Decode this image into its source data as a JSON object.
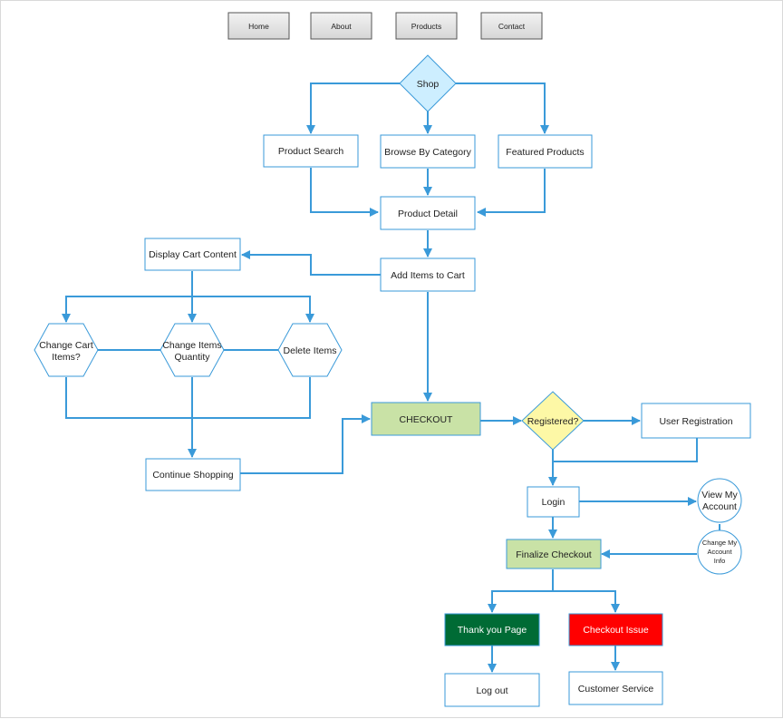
{
  "colors": {
    "edge": "#3a9ad9",
    "node_border": "#3a9ad9",
    "nav_fill": "#e0e0e0",
    "shop_fill": "#cdeeff",
    "checkout_fill": "#c9e2a6",
    "registered_fill": "#fdf8a6",
    "thank_you_fill": "#006b35",
    "checkout_issue_fill": "#ff0000"
  },
  "nav": {
    "home": "Home",
    "about": "About",
    "products": "Products",
    "contact": "Contact"
  },
  "nodes": {
    "shop": "Shop",
    "product_search": "Product Search",
    "browse_by_category": "Browse By Category",
    "featured_products": "Featured Products",
    "product_detail": "Product Detail",
    "add_items_to_cart": "Add Items to Cart",
    "display_cart_content": "Display Cart Content",
    "change_cart_items": [
      "Change Cart",
      "Items?"
    ],
    "change_items_quantity": [
      "Change Items",
      "Quantity"
    ],
    "delete_items": "Delete Items",
    "continue_shopping": "Continue Shopping",
    "checkout": "CHECKOUT",
    "registered": "Registered?",
    "user_registration": "User Registration",
    "login": "Login",
    "view_my_account": [
      "View My",
      "Account"
    ],
    "change_my_account_info": [
      "Change My",
      "Account",
      "Info"
    ],
    "finalize_checkout": "Finalize Checkout",
    "thank_you_page": "Thank you Page",
    "checkout_issue": "Checkout Issue",
    "log_out": "Log out",
    "customer_service": "Customer Service"
  }
}
